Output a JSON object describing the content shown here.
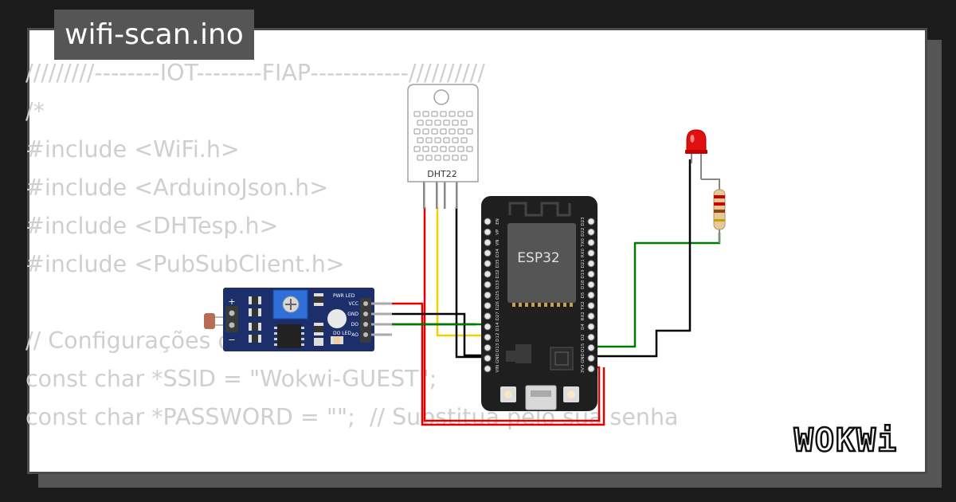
{
  "title": "wifi-scan.ino",
  "code_lines": [
    "/////////--------IOT--------FIAP------------//////////",
    "/*",
    "#include <WiFi.h>",
    "#include <ArduinoJson.h>",
    "#include <DHTesp.h>",
    "#include <PubSubClient.h>",
    "",
    "// Configurações de WiFi",
    "const char *SSID = \"Wokwi-GUEST\";",
    "const char *PASSWORD = \"\";  // Substitua pelo sua senha"
  ],
  "components": {
    "dht22": {
      "label": "DHT22"
    },
    "esp32": {
      "label": "ESP32",
      "left_pins": [
        "EN",
        "VP",
        "VN",
        "D34",
        "D35",
        "D32",
        "D33",
        "D25",
        "D26",
        "D27",
        "D14",
        "D12",
        "D13",
        "GND",
        "VIN"
      ],
      "right_pins": [
        "D23",
        "D22",
        "TX0",
        "RX0",
        "D21",
        "D19",
        "D18",
        "D5",
        "TX2",
        "RX2",
        "D4",
        "D2",
        "D15",
        "GND",
        "3V3"
      ]
    },
    "ldr_module": {
      "pins": [
        "VCC",
        "GND",
        "DO",
        "AO"
      ],
      "pwr_led": "PWR LED",
      "do_led": "DO LED",
      "plus": "+",
      "minus": "−"
    }
  },
  "logo": {
    "text": "WOKWi"
  },
  "colors": {
    "wire_red": "#e00000",
    "wire_black": "#000000",
    "wire_green": "#007a00",
    "wire_yellow": "#f5d000",
    "board": "#1f1f1f",
    "module": "#1c2f6b",
    "led": "#e01010"
  }
}
